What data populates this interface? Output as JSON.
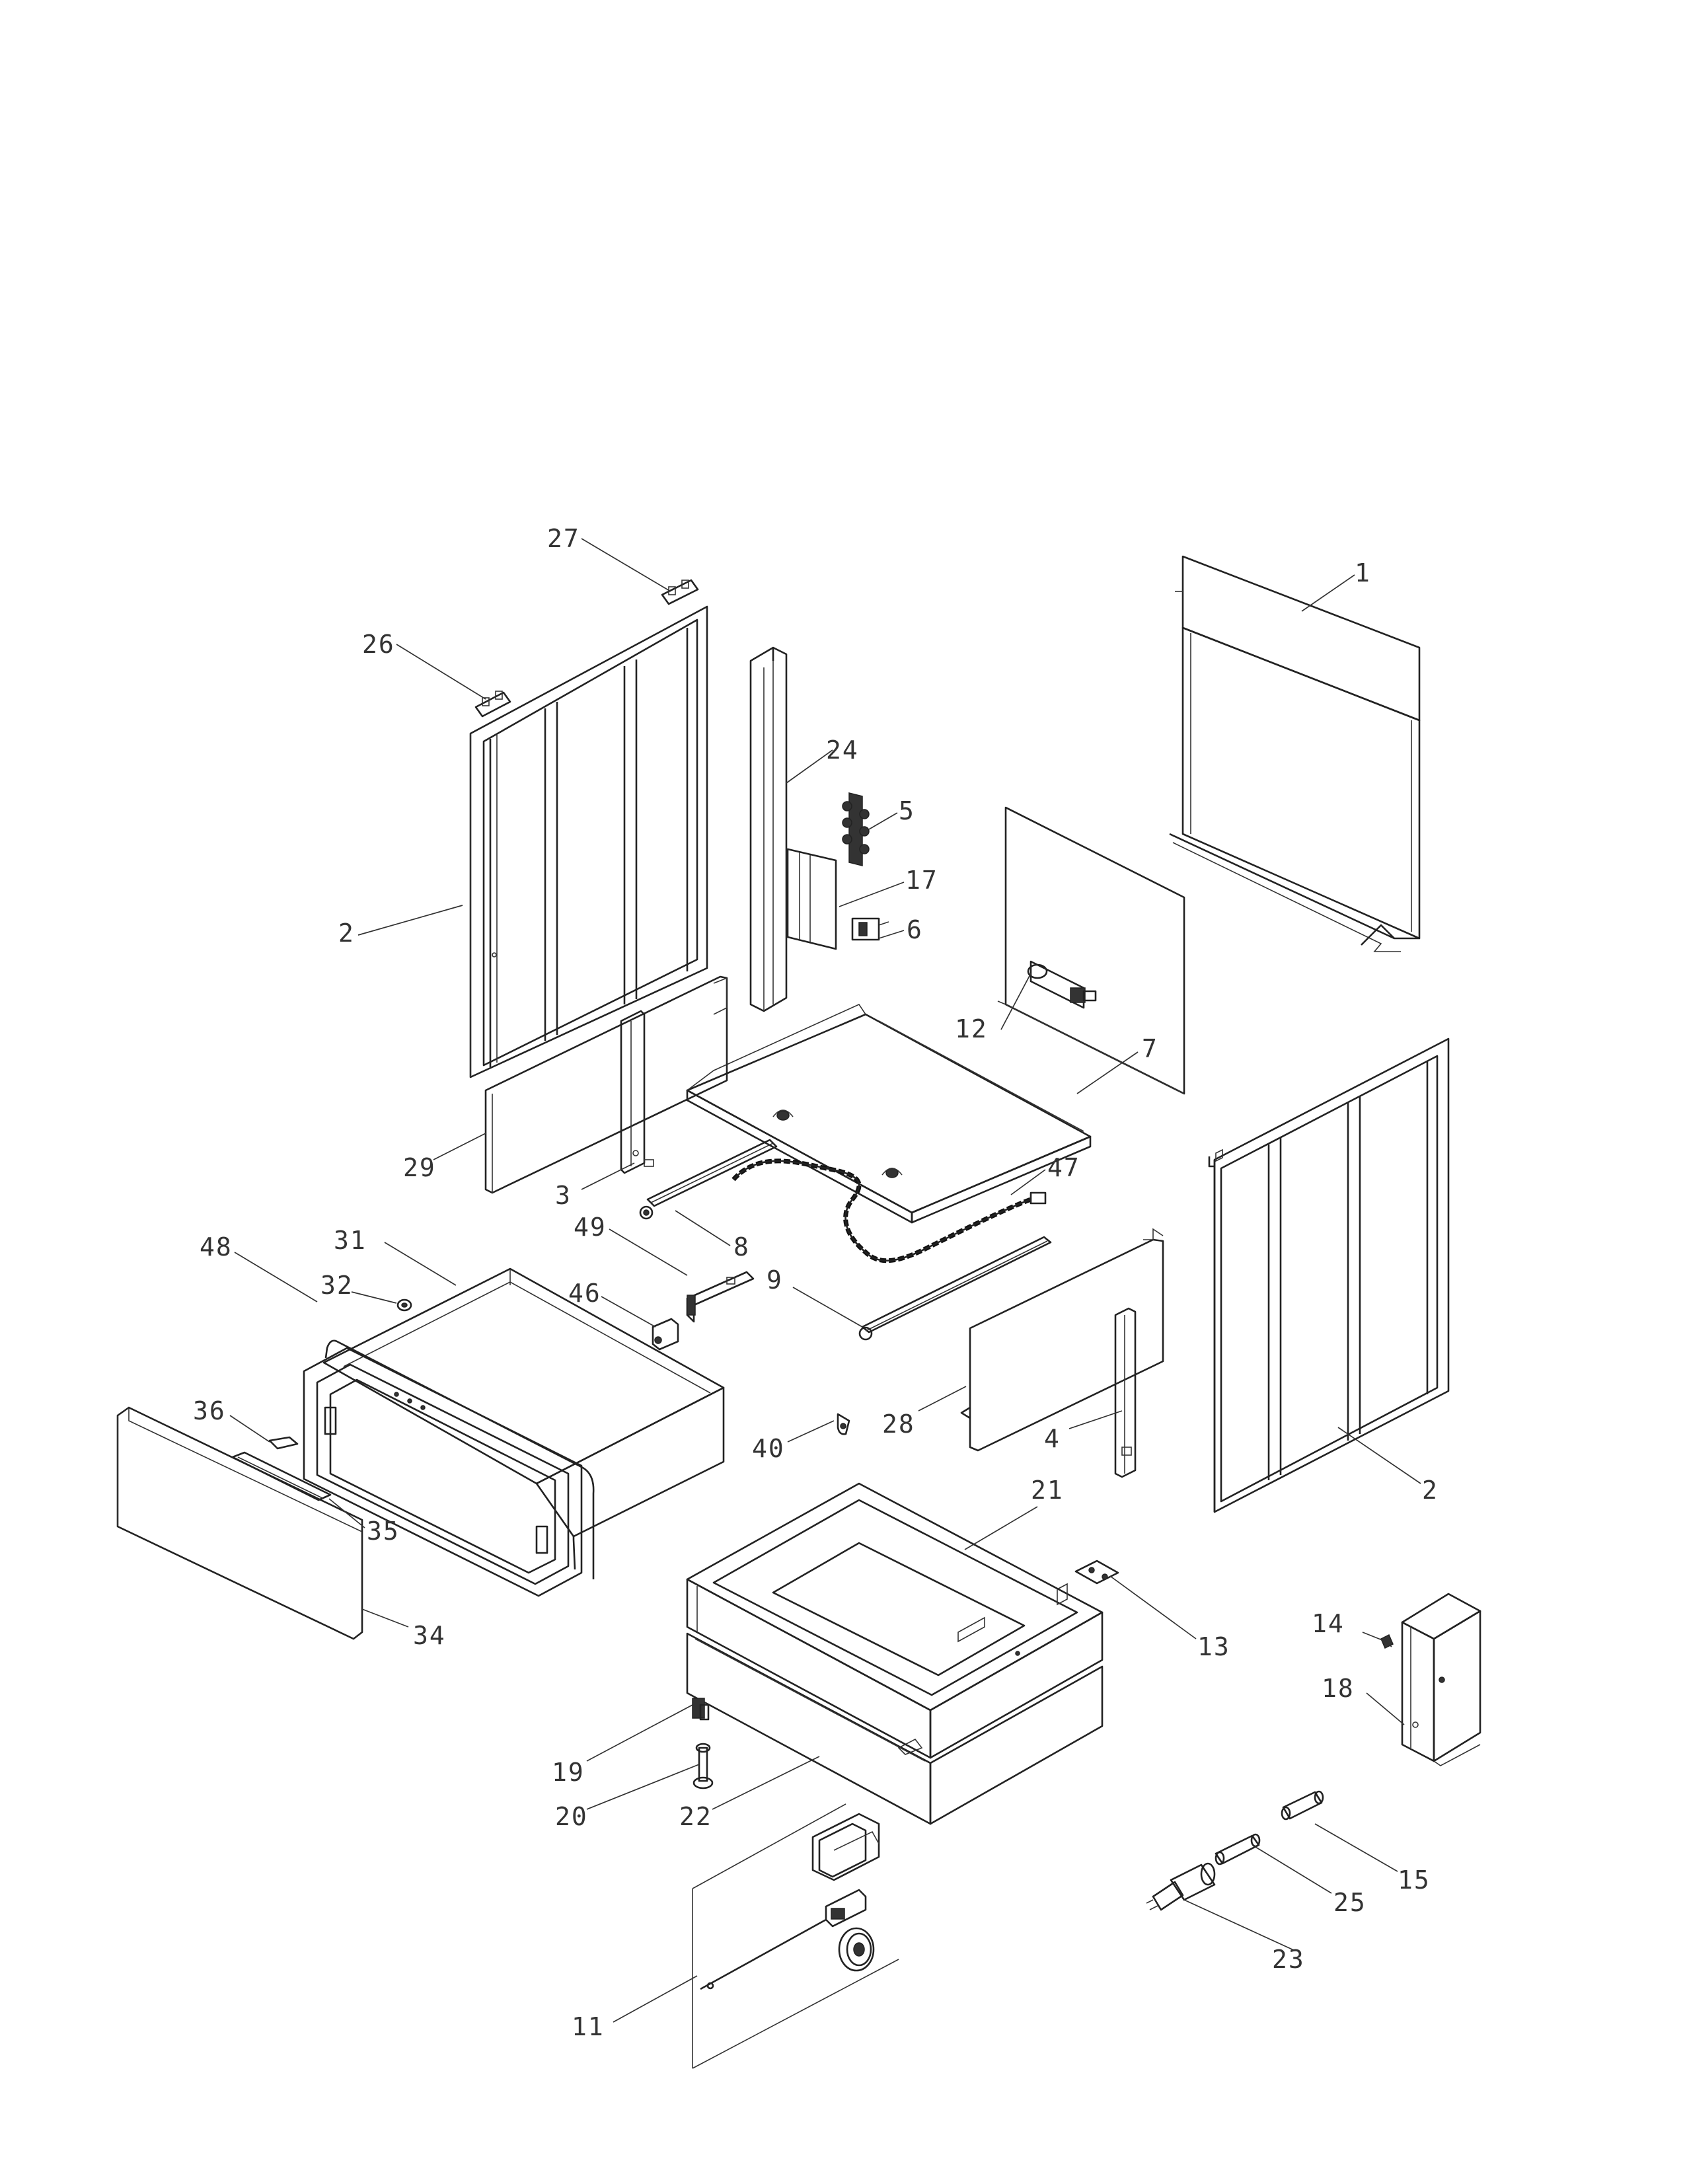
{
  "diagram": {
    "type": "exploded-parts-view",
    "callouts": [
      {
        "id": "c1",
        "label": "1"
      },
      {
        "id": "c2a",
        "label": "2"
      },
      {
        "id": "c2b",
        "label": "2"
      },
      {
        "id": "c3",
        "label": "3"
      },
      {
        "id": "c4",
        "label": "4"
      },
      {
        "id": "c5",
        "label": "5"
      },
      {
        "id": "c6",
        "label": "6"
      },
      {
        "id": "c7",
        "label": "7"
      },
      {
        "id": "c8",
        "label": "8"
      },
      {
        "id": "c9",
        "label": "9"
      },
      {
        "id": "c11",
        "label": "11"
      },
      {
        "id": "c12",
        "label": "12"
      },
      {
        "id": "c13",
        "label": "13"
      },
      {
        "id": "c14",
        "label": "14"
      },
      {
        "id": "c15",
        "label": "15"
      },
      {
        "id": "c17",
        "label": "17"
      },
      {
        "id": "c18",
        "label": "18"
      },
      {
        "id": "c19",
        "label": "19"
      },
      {
        "id": "c20",
        "label": "20"
      },
      {
        "id": "c21",
        "label": "21"
      },
      {
        "id": "c22",
        "label": "22"
      },
      {
        "id": "c23",
        "label": "23"
      },
      {
        "id": "c24",
        "label": "24"
      },
      {
        "id": "c25",
        "label": "25"
      },
      {
        "id": "c26",
        "label": "26"
      },
      {
        "id": "c27",
        "label": "27"
      },
      {
        "id": "c28",
        "label": "28"
      },
      {
        "id": "c29",
        "label": "29"
      },
      {
        "id": "c31",
        "label": "31"
      },
      {
        "id": "c32",
        "label": "32"
      },
      {
        "id": "c34",
        "label": "34"
      },
      {
        "id": "c35",
        "label": "35"
      },
      {
        "id": "c36",
        "label": "36"
      },
      {
        "id": "c40",
        "label": "40"
      },
      {
        "id": "c46",
        "label": "46"
      },
      {
        "id": "c47",
        "label": "47"
      },
      {
        "id": "c48",
        "label": "48"
      },
      {
        "id": "c49",
        "label": "49"
      }
    ]
  }
}
